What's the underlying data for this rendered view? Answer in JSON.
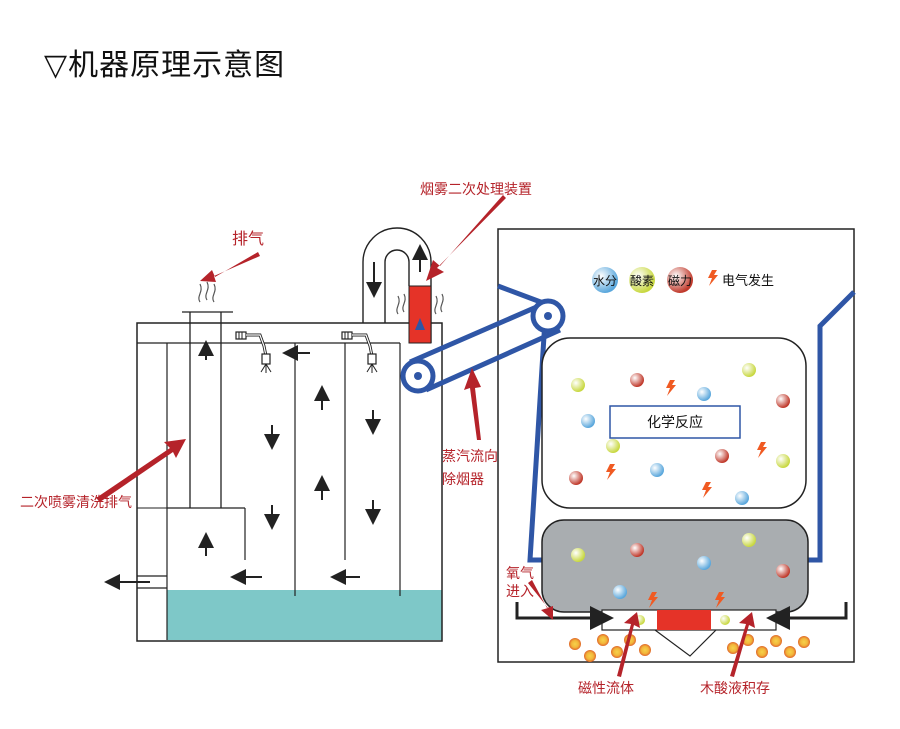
{
  "title": "▽机器原理示意图",
  "labels": {
    "exhaust": "排气",
    "secondary_smoke_unit": "烟雾二次处理装置",
    "secondary_spray_exhaust": "二次喷雾清洗排气",
    "steam_flow_line1": "蒸汽流向",
    "steam_flow_line2": "除烟器",
    "oxygen_line1": "氧气",
    "oxygen_line2": "进入",
    "magnetic_fluid": "磁性流体",
    "wood_vinegar": "木酸液积存",
    "chemical_reaction": "化学反应",
    "legend_water": "水分",
    "legend_oxygen": "酸素",
    "legend_magnetic": "磁力",
    "legend_electric": "电气发生"
  },
  "colors": {
    "red_arrow": "#b5232a",
    "blue_belt": "#2f56a6",
    "water": "#7ec8c8",
    "gray_zone": "#a9adb0",
    "red_block": "#e53328",
    "lightning": "#f05a22"
  },
  "icons": [
    "steam-wisp-icon",
    "spray-nozzle-icon",
    "lightning-icon",
    "water-ball-icon",
    "oxygen-ball-icon",
    "magnetic-ball-icon"
  ]
}
